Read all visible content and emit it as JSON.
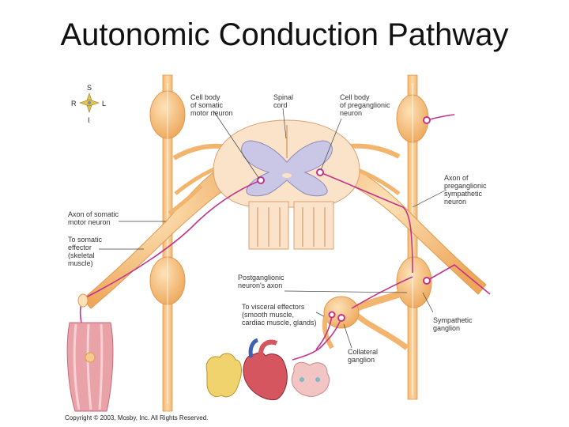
{
  "title": "Autonomic Conduction Pathway",
  "compass": {
    "s": "S",
    "r": "R",
    "l": "L",
    "i": "I"
  },
  "labels": {
    "cell_body_somatic": [
      "Cell body",
      "of somatic",
      "motor neuron"
    ],
    "spinal_cord": [
      "Spinal",
      "cord"
    ],
    "cell_body_preganglionic": [
      "Cell body",
      "of preganglionic",
      "neuron"
    ],
    "axon_preganglionic": [
      "Axon of",
      "preganglionic",
      "sympathetic",
      "neuron"
    ],
    "axon_somatic": [
      "Axon of somatic",
      "motor neuron"
    ],
    "to_somatic_effector": [
      "To somatic",
      "effector",
      "(skeletal",
      "muscle)"
    ],
    "postganglionic_axon": [
      "Postganglionic",
      "neuron's axon"
    ],
    "to_visceral_effectors": [
      "To visceral effectors",
      "(smooth muscle,",
      "cardiac muscle, glands)"
    ],
    "sympathetic_ganglion": [
      "Sympathetic",
      "ganglion"
    ],
    "collateral_ganglion": [
      "Collateral",
      "ganglion"
    ]
  },
  "copyright": "Copyright © 2003, Mosby, Inc. All Rights Reserved.",
  "colors": {
    "nerve": "#f6c382",
    "nerve_dark": "#e2a25c",
    "gray_matter": "#c9c6e6",
    "white_matter": "#fbe3c9",
    "neuron": "#c0358a"
  }
}
